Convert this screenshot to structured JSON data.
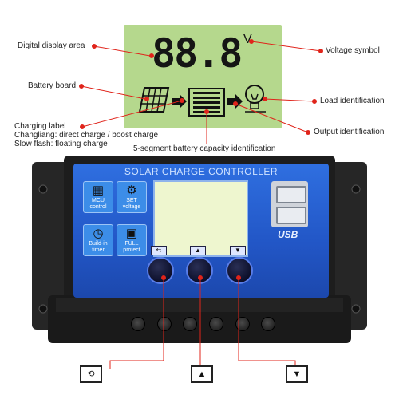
{
  "callouts": {
    "digital_display_area": "Digital display area",
    "battery_board": "Battery board",
    "charging_label_line1": "Charging label",
    "charging_label_line2": "Changliang: direct charge / boost charge",
    "charging_label_line3": "Slow flash: floating charge",
    "voltage_symbol": "Voltage symbol",
    "load_identification": "Load identification",
    "output_identification": "Output identification",
    "battery_capacity": "5-segment battery capacity identification"
  },
  "display": {
    "digits": "88.8",
    "unit": "V"
  },
  "device": {
    "title": "SOLAR CHARGE CONTROLLER",
    "buttons_top": [
      {
        "label_line1": "MCU",
        "label_line2": "control"
      },
      {
        "label_line1": "SET",
        "label_line2": "voltage"
      }
    ],
    "buttons_bottom": [
      {
        "label_line1": "Build-in",
        "label_line2": "timer"
      },
      {
        "label_line1": "FULL",
        "label_line2": "protect"
      }
    ],
    "usb_label": "USB"
  },
  "icons": {
    "solar_panel": "solar-panel-icon",
    "battery": "battery-icon",
    "bulb": "bulb-icon",
    "arrow": "arrow-icon",
    "cycle": "cycle-icon",
    "warning": "warning-icon",
    "output": "output-icon"
  },
  "colors": {
    "lcd_green": "#b5d88d",
    "panel_blue": "#2256c6",
    "callout_red": "#e0241b",
    "housing": "#1e1e1e"
  }
}
